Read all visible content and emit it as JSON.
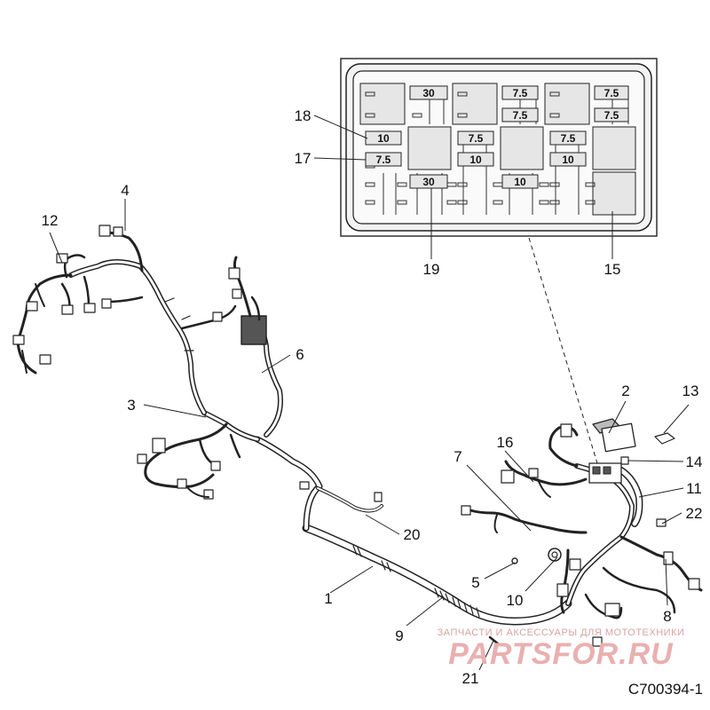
{
  "diagram": {
    "id_code": "C700394-1",
    "callouts": [
      "1",
      "2",
      "3",
      "4",
      "5",
      "6",
      "7",
      "8",
      "9",
      "10",
      "11",
      "12",
      "13",
      "14",
      "15",
      "16",
      "17",
      "18",
      "19",
      "20",
      "21",
      "22"
    ],
    "fuse_box": {
      "fuse_ratings": [
        "30",
        "7.5",
        "7.5",
        "7.5",
        "7.5",
        "10",
        "7.5",
        "7.5",
        "7.5",
        "10",
        "10",
        "30",
        "10"
      ]
    }
  },
  "watermark": {
    "tagline": "ЗАПЧАСТИ И АКСЕССУАРЫ ДЛЯ МОТОТЕХНИКИ",
    "brand": "PARTSFOR.RU"
  },
  "colors": {
    "line": "#222222",
    "fuse_fill": "#e6e6e6",
    "watermark": "#e9b0b0"
  }
}
